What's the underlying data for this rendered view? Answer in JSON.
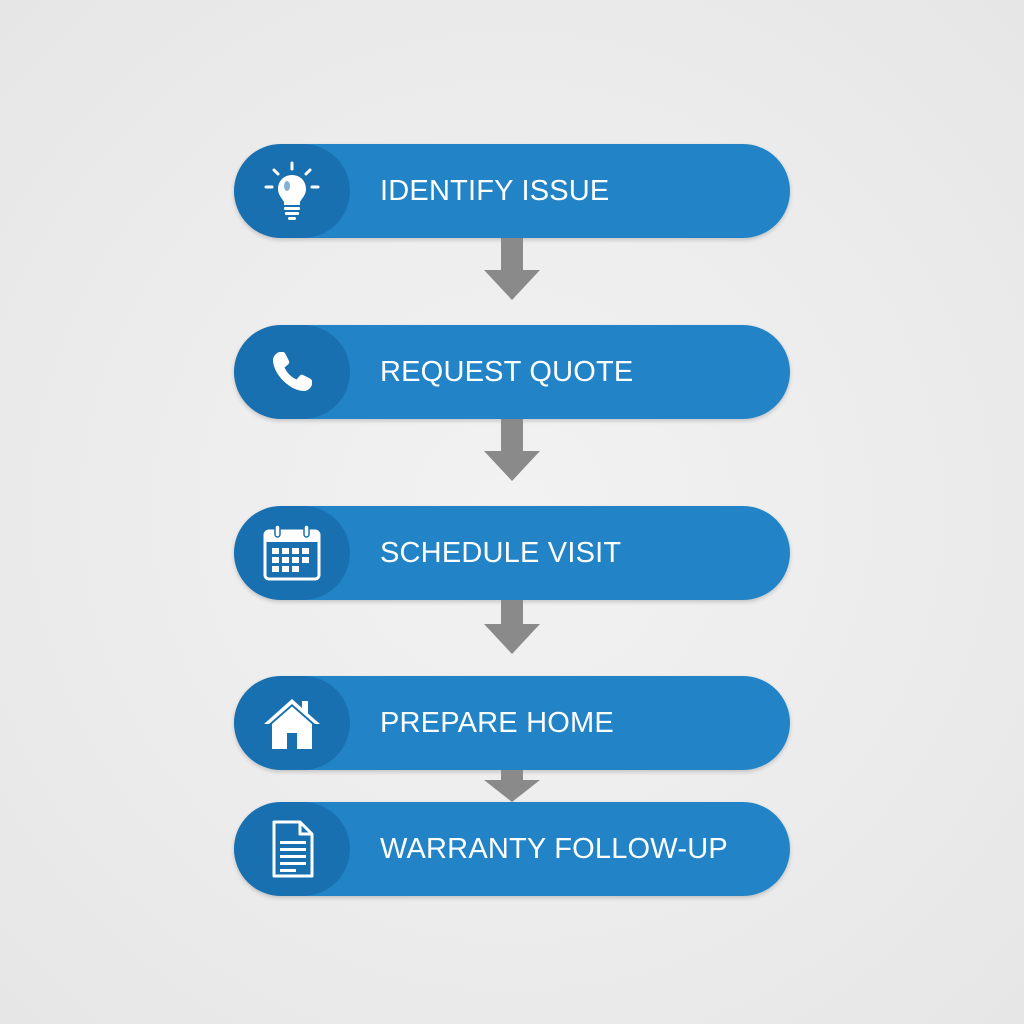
{
  "steps": [
    {
      "label": "IDENTIFY ISSUE",
      "icon": "lightbulb-icon"
    },
    {
      "label": "REQUEST QUOTE",
      "icon": "phone-icon"
    },
    {
      "label": "SCHEDULE VISIT",
      "icon": "calendar-icon"
    },
    {
      "label": "PREPARE HOME",
      "icon": "house-icon"
    },
    {
      "label": "WARRANTY FOLLOW-UP",
      "icon": "document-icon"
    }
  ],
  "colors": {
    "pill": "#2284c6",
    "icon_circle": "#1870b0",
    "arrow": "#8a8a8a",
    "background": "#ececec",
    "text": "#ffffff"
  }
}
